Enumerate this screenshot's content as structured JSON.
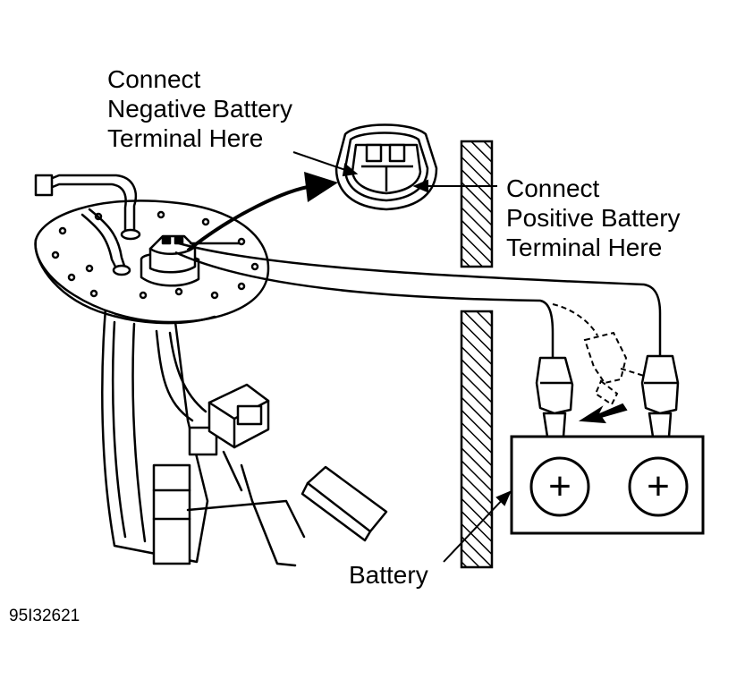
{
  "labels": {
    "negative": [
      "Connect",
      "Negative Battery",
      "Terminal Here"
    ],
    "positive": [
      "Connect",
      "Positive Battery",
      "Terminal Here"
    ],
    "battery": "Battery",
    "figure_id": "95I32621"
  },
  "terminal_symbols": [
    "+",
    "+"
  ],
  "colors": {
    "ink": "#000000",
    "paper": "#ffffff"
  }
}
